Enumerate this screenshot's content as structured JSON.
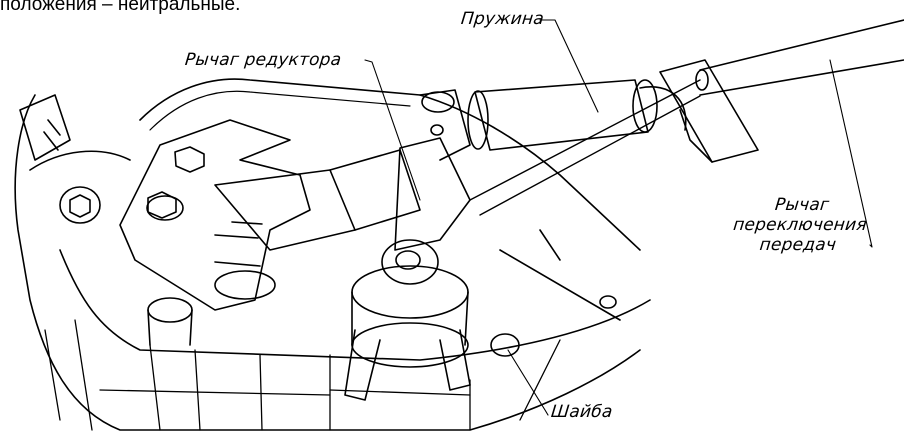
{
  "intro_text": "положения – нейтральные.",
  "labels": {
    "spring": "Пружина",
    "reducer_lever": "Рычаг редуктора",
    "gear_lever": [
      "Рычаг",
      "переключения",
      "передач"
    ],
    "washer": "Шайба"
  },
  "colors": {
    "line": "#000000",
    "background": "#ffffff"
  }
}
